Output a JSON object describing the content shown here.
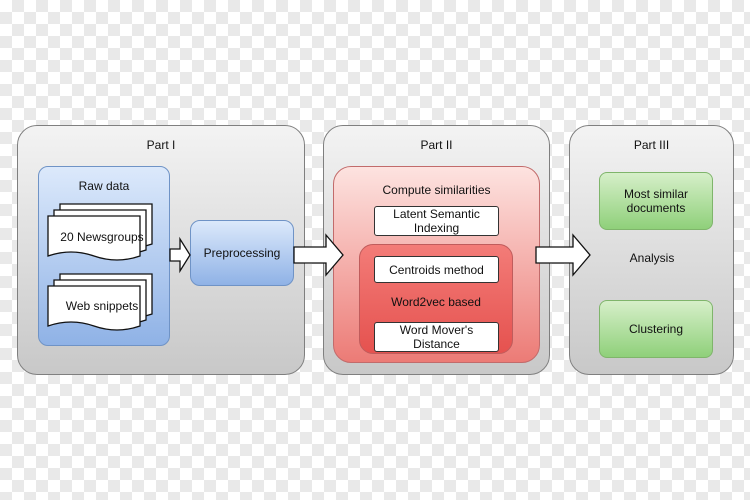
{
  "part1": {
    "title": "Part I",
    "raw_data_label": "Raw data",
    "doc1_label": "20 Newsgroups",
    "doc2_label": "Web snippets",
    "preprocessing_label": "Preprocessing"
  },
  "part2": {
    "title": "Part II",
    "compute_label": "Compute similarities",
    "lsi_label": "Latent Semantic Indexing",
    "centroids_label": "Centroids method",
    "word2vec_label": "Word2vec based",
    "wmd_label": "Word Mover's Distance"
  },
  "part3": {
    "title": "Part III",
    "most_similar_label": "Most similar documents",
    "analysis_label": "Analysis",
    "clustering_label": "Clustering"
  },
  "colors": {
    "blue": "#8fb2e6",
    "red": "#ec7b76",
    "green": "#8fd07a",
    "panel": "#c8c8c8"
  }
}
